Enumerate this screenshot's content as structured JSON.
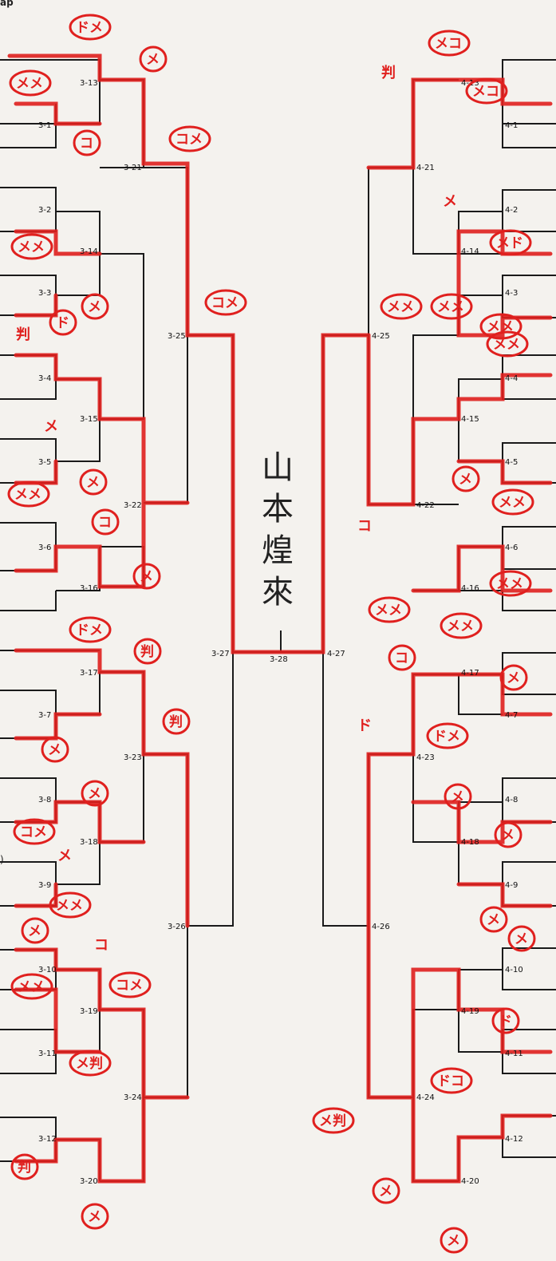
{
  "header": {
    "corner_tag": "ap"
  },
  "ellipsis": ")",
  "winner": {
    "name": "山本煌來"
  },
  "matches": {
    "left": [
      "3-13",
      "3-1",
      "3-21",
      "3-2",
      "3-14",
      "3-3",
      "3-25",
      "3-4",
      "3-15",
      "3-5",
      "3-22",
      "3-6",
      "3-16",
      "3-27",
      "3-28",
      "3-17",
      "3-7",
      "3-23",
      "3-8",
      "3-18",
      "3-9",
      "3-26",
      "3-10",
      "3-19",
      "3-11",
      "3-24",
      "3-12",
      "3-20"
    ],
    "right": [
      "4-13",
      "4-1",
      "4-21",
      "4-2",
      "4-14",
      "4-3",
      "4-25",
      "4-4",
      "4-15",
      "4-5",
      "4-22",
      "4-6",
      "4-16",
      "4-27",
      "4-17",
      "4-7",
      "4-23",
      "4-8",
      "4-18",
      "4-9",
      "4-26",
      "4-10",
      "4-19",
      "4-11",
      "4-24",
      "4-12",
      "4-20"
    ]
  },
  "annotations": {
    "left": [
      "ドメ",
      "メ",
      "メメ",
      "コ",
      "コメ",
      "メメ",
      "ド",
      "メ",
      "判",
      "コメ",
      "メ",
      "メメ",
      "メ",
      "コ",
      "メ",
      "ドメ",
      "判",
      "判",
      "メ",
      "メ",
      "コメ",
      "メ",
      "メメ",
      "メ",
      "コ",
      "コメ",
      "メメ",
      "メ判",
      "判",
      "メ"
    ],
    "right": [
      "判",
      "メコ",
      "メコ",
      "メ",
      "メド",
      "メメ",
      "メメ",
      "メメ",
      "メメ",
      "メ",
      "メメ",
      "コ",
      "メメ",
      "メメ",
      "メメ",
      "コ",
      "メ",
      "ドメ",
      "ド",
      "メ",
      "メ",
      "メ",
      "メ",
      "ド",
      "ドコ",
      "メ判",
      "メ",
      "メ"
    ]
  },
  "colors": {
    "ink": "#1a1a1a",
    "marker": "#e0201e",
    "paper": "#f4f2ee"
  }
}
